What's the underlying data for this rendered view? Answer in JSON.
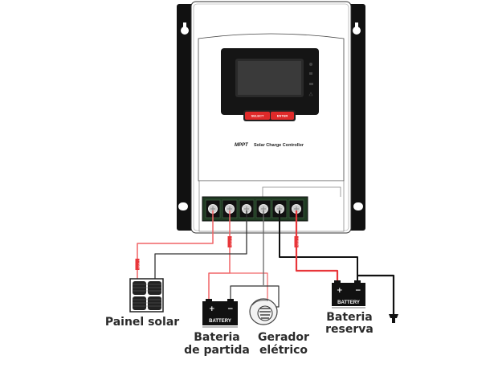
{
  "controller": {
    "brand": "MPPT",
    "name": "Solar Charge Controller",
    "buttons": [
      "SELECT",
      "ENTER"
    ]
  },
  "fuse_label": "FUSE",
  "battery_label": "BATTERY",
  "components": {
    "solar_panel": "Painel solar",
    "start_battery": [
      "Bateria",
      "de partida"
    ],
    "generator": [
      "Gerador",
      "elétrico"
    ],
    "backup_battery": [
      "Bateria",
      "reserva"
    ]
  },
  "colors": {
    "positive_wire": "#e8363a",
    "negative_wire": "#111111",
    "neutral_wire": "#555555",
    "button": "#e02a2a"
  }
}
